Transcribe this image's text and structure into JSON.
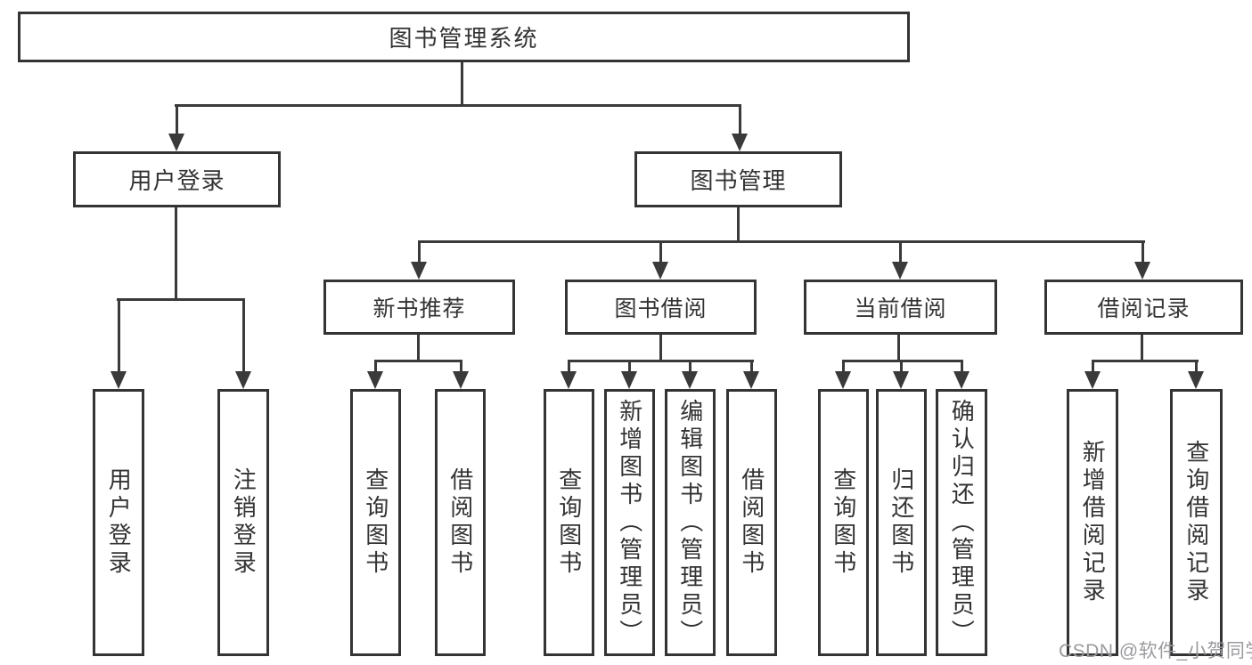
{
  "tree": {
    "root": {
      "label": "图书管理系统",
      "children": [
        {
          "label": "用户登录",
          "children": [
            {
              "label": "用户登录"
            },
            {
              "label": "注销登录"
            }
          ]
        },
        {
          "label": "图书管理",
          "children": [
            {
              "label": "新书推荐",
              "children": [
                {
                  "label": "查询图书"
                },
                {
                  "label": "借阅图书"
                }
              ]
            },
            {
              "label": "图书借阅",
              "children": [
                {
                  "label": "查询图书"
                },
                {
                  "label": "新增图书（管理员）"
                },
                {
                  "label": "编辑图书（管理员）"
                },
                {
                  "label": "借阅图书"
                }
              ]
            },
            {
              "label": "当前借阅",
              "children": [
                {
                  "label": "查询图书"
                },
                {
                  "label": "归还图书"
                },
                {
                  "label": "确认归还（管理员）"
                }
              ]
            },
            {
              "label": "借阅记录",
              "children": [
                {
                  "label": "新增借阅记录"
                },
                {
                  "label": "查询借阅记录"
                }
              ]
            }
          ]
        }
      ]
    }
  },
  "watermark": {
    "text": "CSDN @软件_小贺同学"
  },
  "colors": {
    "line": "#3a3a3a",
    "border": "#343434",
    "text": "#333333",
    "wm": "#9b9b9f",
    "bg": "#ffffff"
  }
}
